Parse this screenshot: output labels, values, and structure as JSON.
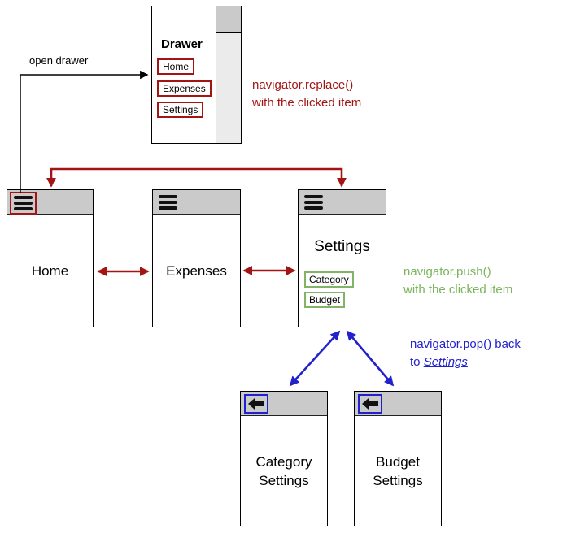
{
  "colors": {
    "connector_red": "#a31515",
    "annotation_green": "#7ab55c",
    "connector_blue": "#2222cc",
    "appbar_grey": "#cacaca",
    "drawer_scrim_grey": "#ebebeb",
    "button_green_border": "#82b366"
  },
  "labels": {
    "open_drawer": "open drawer"
  },
  "drawer": {
    "title": "Drawer",
    "items": [
      {
        "label": "Home"
      },
      {
        "label": "Expenses"
      },
      {
        "label": "Settings"
      }
    ]
  },
  "annotations": {
    "replace": {
      "line1": "navigator.replace()",
      "line2": "with the clicked item"
    },
    "push": {
      "line1": "navigator.push()",
      "line2": "with the clicked item"
    },
    "pop": {
      "line1": "navigator.pop() back",
      "line2_prefix": "to ",
      "line2_link": "Settings"
    }
  },
  "screens": {
    "home": {
      "title": "Home"
    },
    "expenses": {
      "title": "Expenses"
    },
    "settings": {
      "title": "Settings",
      "buttons": [
        {
          "label": "Category"
        },
        {
          "label": "Budget"
        }
      ]
    },
    "category_settings": {
      "line1": "Category",
      "line2": "Settings"
    },
    "budget_settings": {
      "line1": "Budget",
      "line2": "Settings"
    }
  },
  "icons": {
    "hamburger": "menu-icon",
    "back": "back-arrow-icon"
  }
}
